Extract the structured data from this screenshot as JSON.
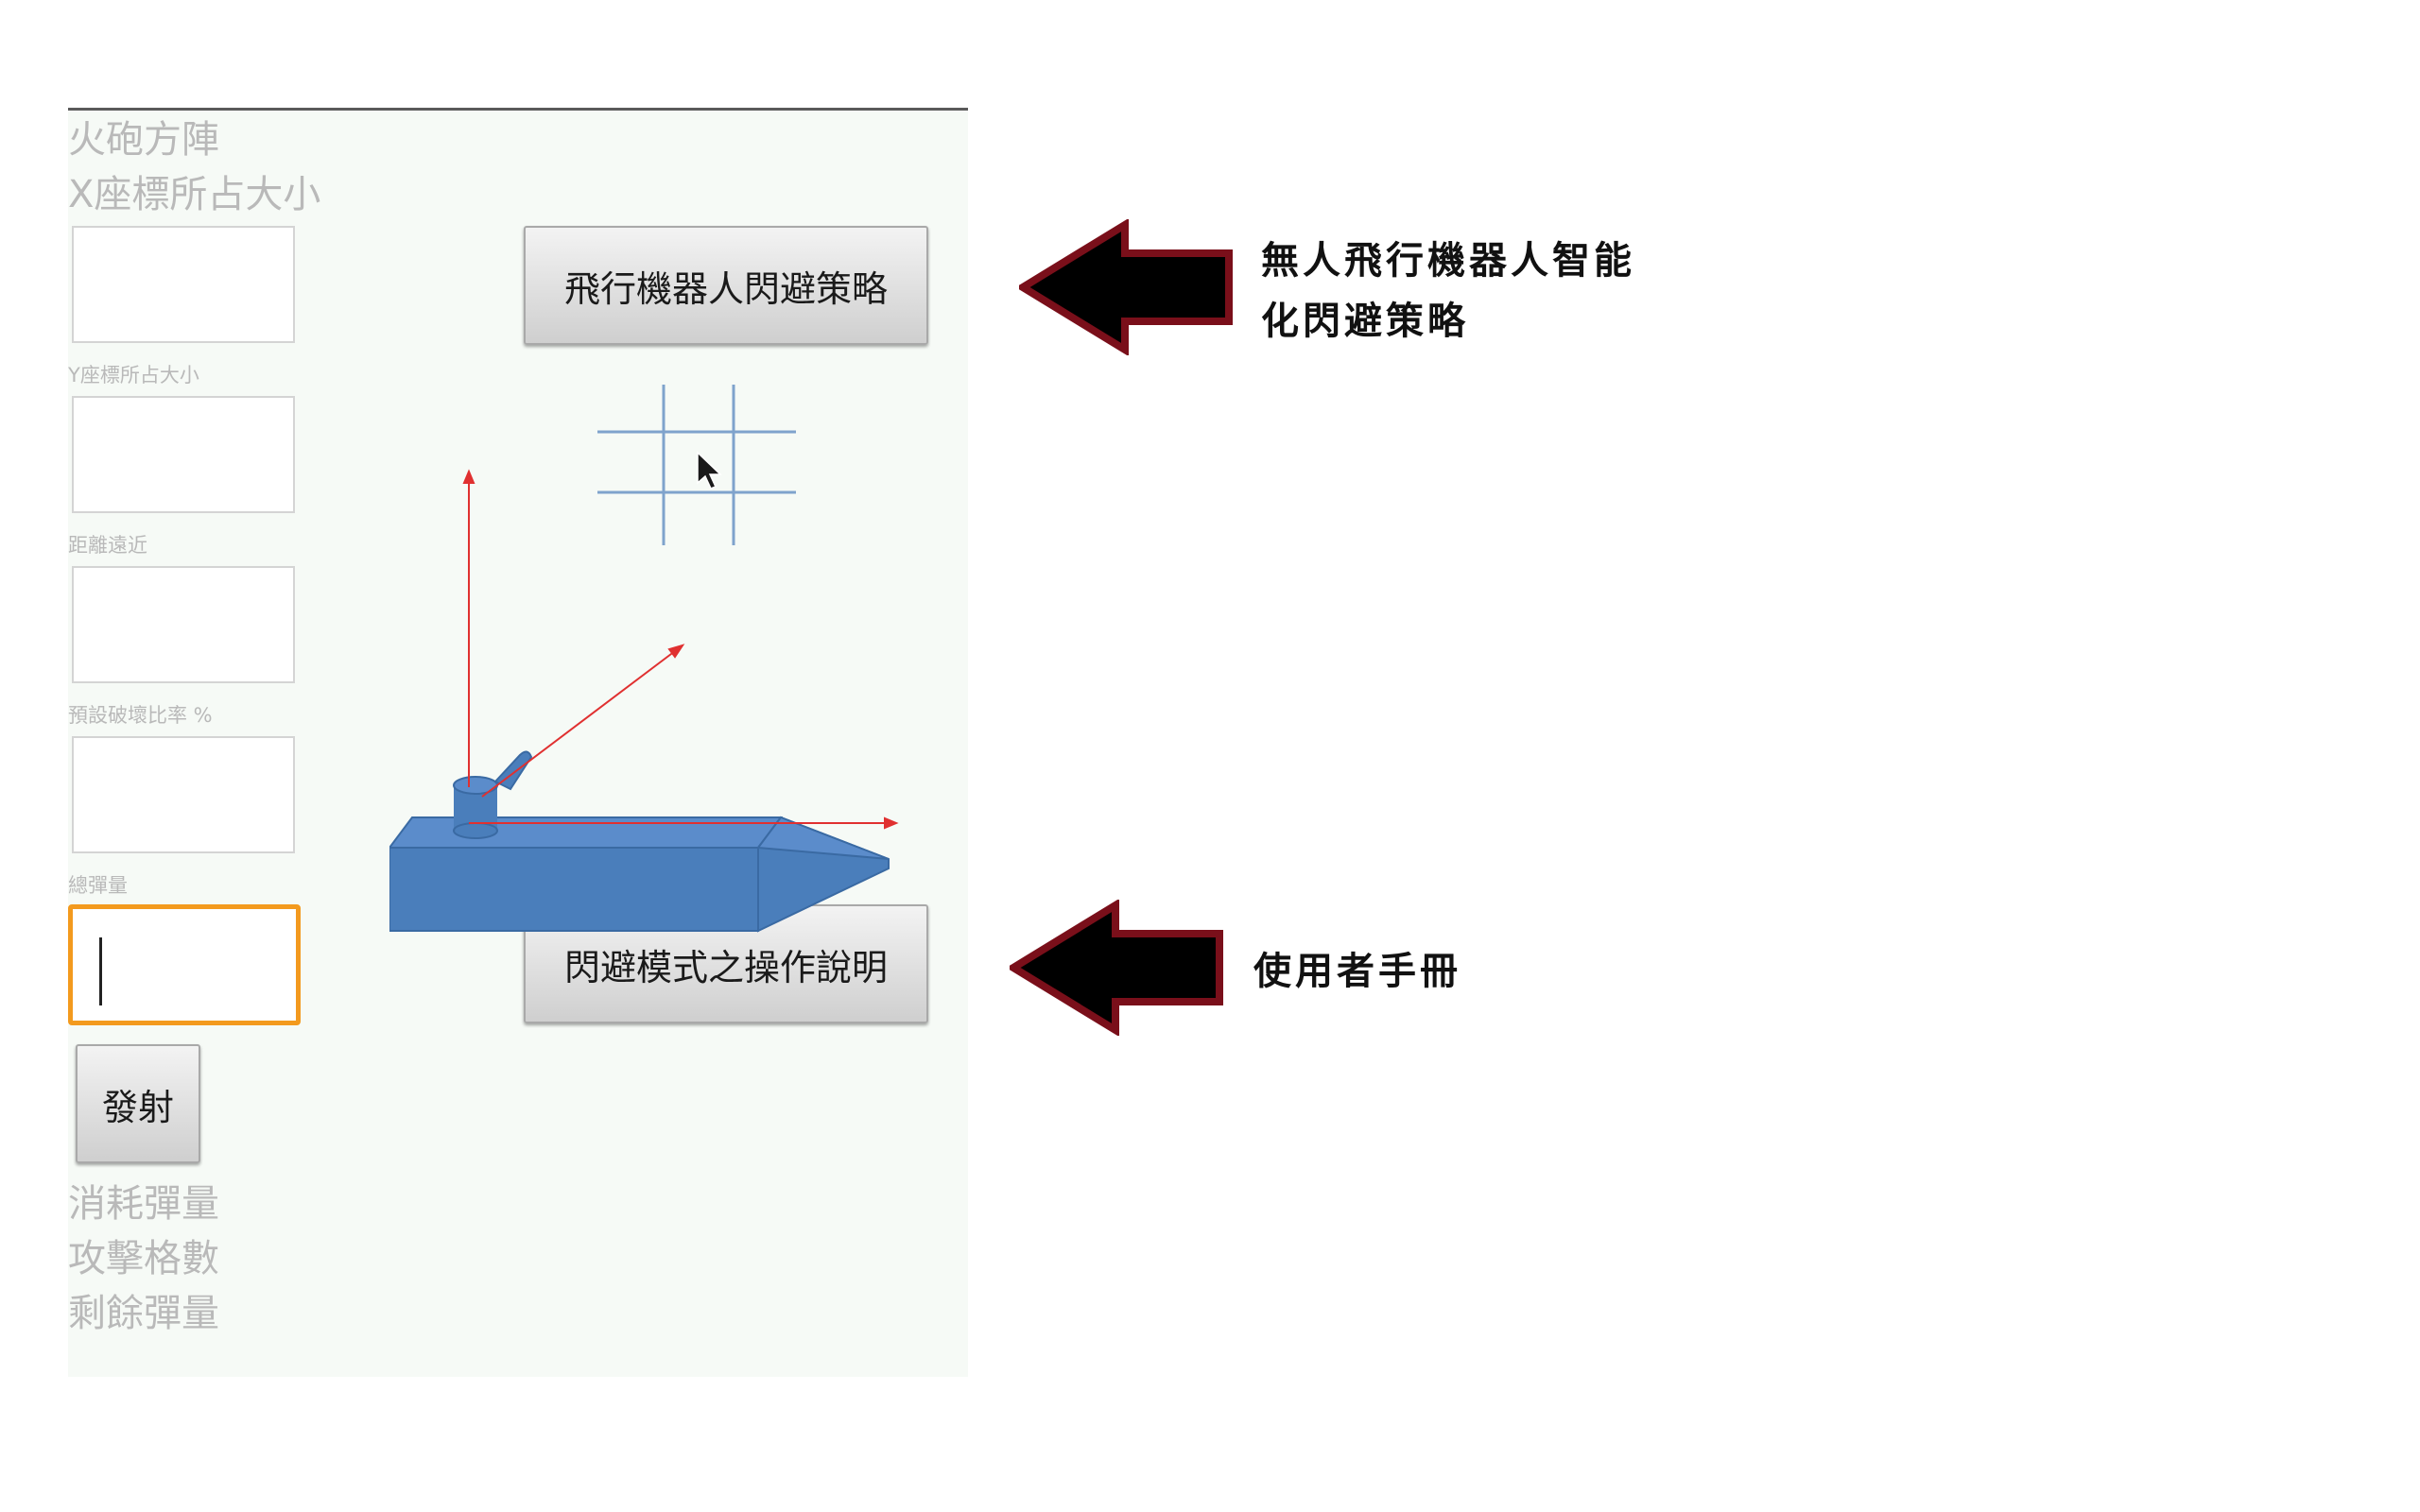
{
  "app": {
    "title": "火砲方陣",
    "x_size_label": "X座標所占大小",
    "y_size_label": "Y座標所占大小",
    "distance_label": "距離遠近",
    "damage_rate_label": "預設破壞比率 %",
    "total_ammo_label": "總彈量",
    "fields": {
      "x_size": "",
      "y_size": "",
      "distance": "",
      "damage_rate": "",
      "total_ammo": ""
    },
    "fire_button": "發射",
    "evade_strategy_button": "飛行機器人閃避策略",
    "evade_help_button": "閃避模式之操作說明",
    "consumed_ammo_label": "消耗彈量",
    "attack_cells_label": "攻擊格數",
    "remaining_ammo_label": "剩餘彈量"
  },
  "annotations": {
    "strategy_line1": "無人飛行機器人智能",
    "strategy_line2": "化閃避策略",
    "manual": "使用者手冊"
  },
  "colors": {
    "panel_bg": "#f6faf6",
    "label_gray": "#b9b9b9",
    "focus_orange": "#f39a1e",
    "arrow_border": "#7a0f1a",
    "ship_blue": "#4a7ebb",
    "axis_red": "#e03030",
    "grid_blue": "#7fa3cc"
  },
  "icons": [
    "left-arrow-icon",
    "cursor-icon"
  ]
}
